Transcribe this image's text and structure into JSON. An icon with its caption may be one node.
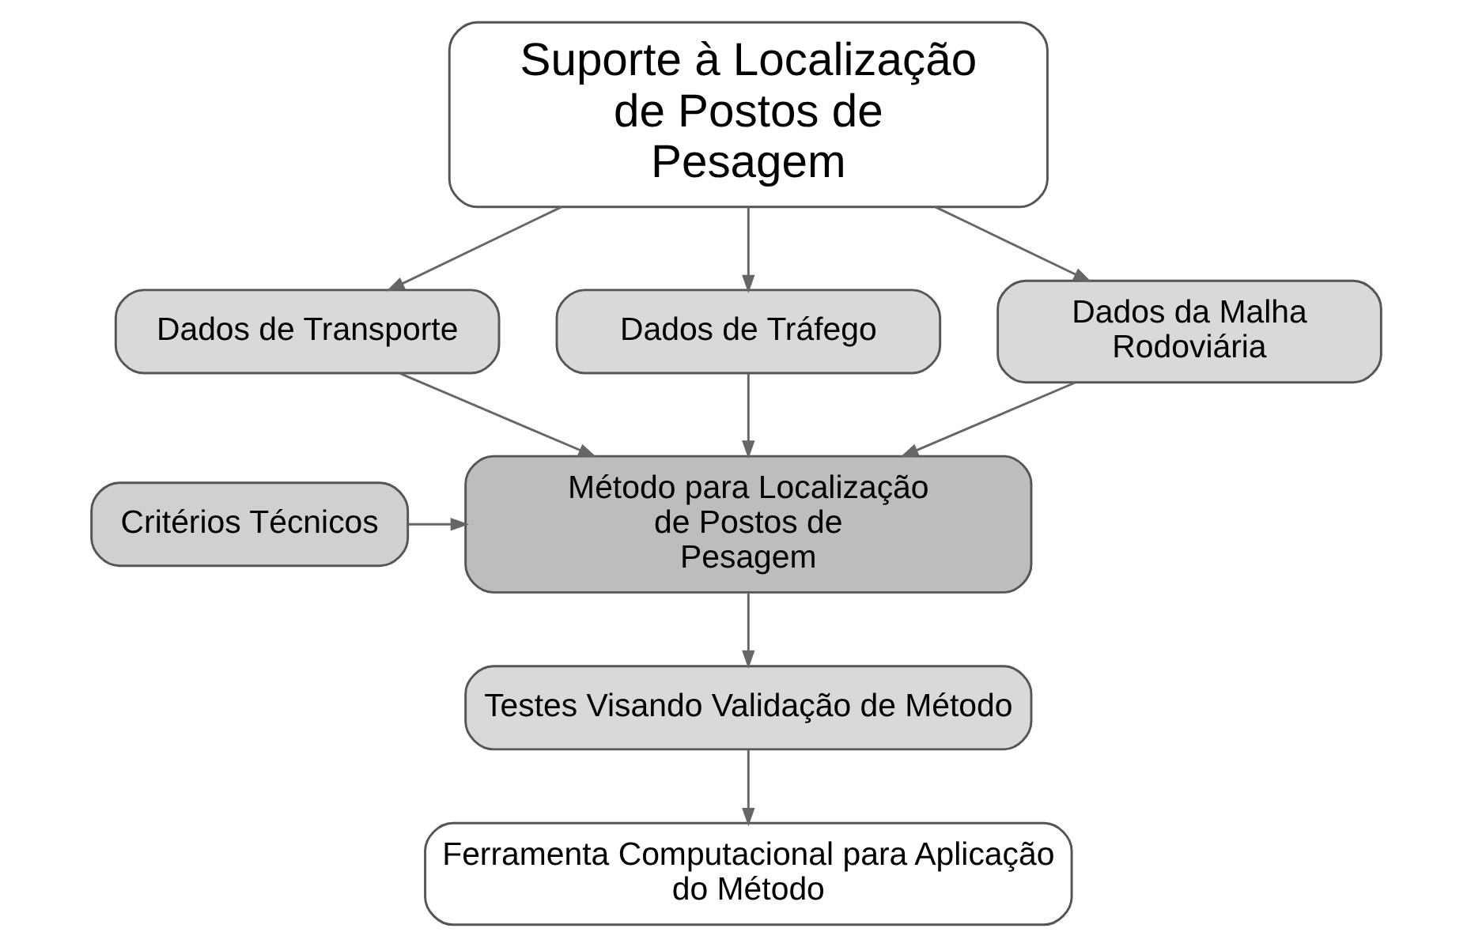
{
  "diagram": {
    "nodes": [
      {
        "text": [
          "Suporte à Localização de Postos de Pesagem"
        ]
      },
      {
        "text": [
          "Dados de Transporte"
        ]
      },
      {
        "text": [
          "Dados de Tráfego"
        ]
      },
      {
        "text": [
          "Dados da Malha Rodoviária"
        ]
      },
      {
        "text": [
          "Critérios Técnicos"
        ]
      },
      {
        "text": [
          "Método para Localização de Postos de Pesagem"
        ]
      },
      {
        "text": [
          "Testes Visando Validação de Método"
        ]
      },
      {
        "text": [
          "Ferramenta Computacional para Aplicação do Método"
        ]
      }
    ],
    "edges": [
      {
        "from": 0,
        "to": 1,
        "arrow": "to"
      },
      {
        "from": 0,
        "to": 2,
        "arrow": "to"
      },
      {
        "from": 0,
        "to": 3,
        "arrow": "to"
      },
      {
        "from": 1,
        "to": 5,
        "arrow": "to"
      },
      {
        "from": 2,
        "to": 5,
        "arrow": "to"
      },
      {
        "from": 3,
        "to": 5,
        "arrow": "to"
      },
      {
        "from": 4,
        "to": 5,
        "arrow": "to"
      },
      {
        "from": 5,
        "to": 6,
        "arrow": "to"
      },
      {
        "from": 6,
        "to": 7,
        "arrow": "to"
      }
    ]
  }
}
